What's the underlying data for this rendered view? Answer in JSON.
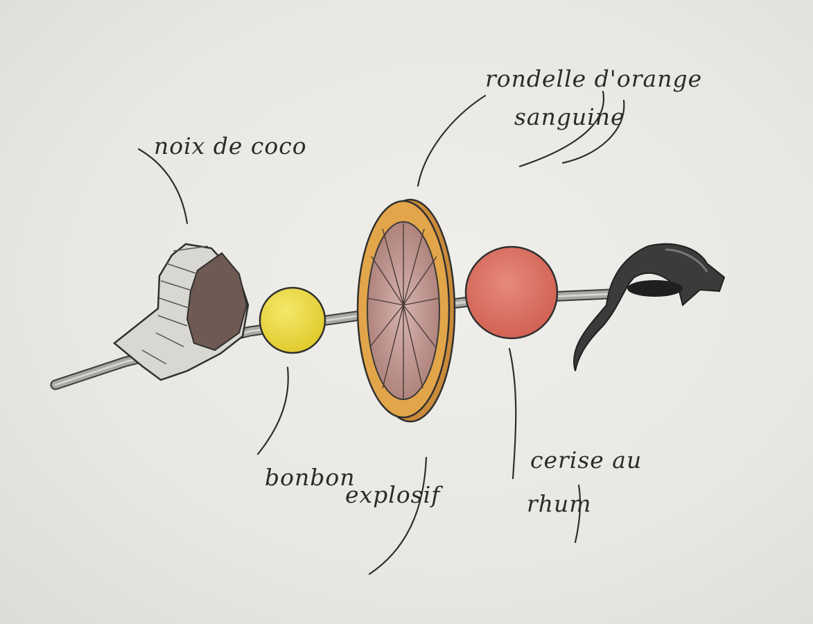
{
  "labels": {
    "coconut": "noix de coco",
    "blood_orange_line1": "rondelle d'orange",
    "blood_orange_line2": "sanguine",
    "candy_line1": "bonbon",
    "candy_line2": "explosif",
    "cherry_line1": "cerise au",
    "cherry_line2": "rhum"
  },
  "colors": {
    "paper": "#e9e8e4",
    "ink": "#2b2b2b",
    "candy_yellow": "#e9d63a",
    "orange_rind": "#e0a23c",
    "orange_flesh": "#b98a86",
    "cherry_red": "#d8675a",
    "coconut_brown": "#6e5a52",
    "skewer_grey": "#9e9c98",
    "hook_dark": "#3b3b3b"
  }
}
